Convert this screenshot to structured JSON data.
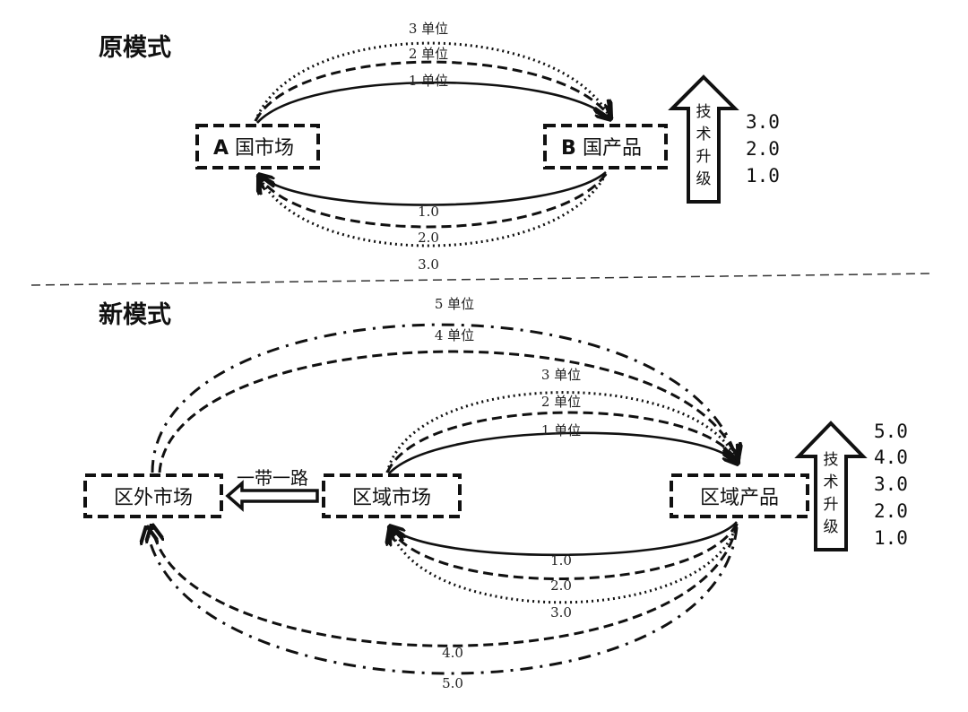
{
  "old_model": {
    "title": "原模式",
    "market_box": {
      "prefix": "A",
      "label": "国市场"
    },
    "product_box": {
      "prefix": "B",
      "label": "国产品"
    },
    "upper_arcs": [
      {
        "label": "1 单位",
        "style": "solid"
      },
      {
        "label": "2 单位",
        "style": "dashed"
      },
      {
        "label": "3 单位",
        "style": "dotted"
      }
    ],
    "lower_arcs": [
      {
        "label": "1.0",
        "style": "solid"
      },
      {
        "label": "2.0",
        "style": "dashed"
      },
      {
        "label": "3.0",
        "style": "dotted"
      }
    ],
    "upgrade_arrow": {
      "chars": [
        "技",
        "术",
        "升",
        "级"
      ]
    },
    "scale": [
      "3.0",
      "2.0",
      "1.0"
    ]
  },
  "new_model": {
    "title": "新模式",
    "outside_market_box": {
      "label": "区外市场"
    },
    "region_market_box": {
      "label": "区域市场"
    },
    "region_product_box": {
      "label": "区域产品"
    },
    "belt_road_label": "一带一路",
    "upper_arcs": [
      {
        "label": "1 单位",
        "style": "solid"
      },
      {
        "label": "2 单位",
        "style": "dashed"
      },
      {
        "label": "3 单位",
        "style": "dotted"
      },
      {
        "label": "4 单位",
        "style": "dashed"
      },
      {
        "label": "5 单位",
        "style": "dashdot"
      }
    ],
    "lower_arcs": [
      {
        "label": "1.0",
        "style": "solid"
      },
      {
        "label": "2.0",
        "style": "dashed"
      },
      {
        "label": "3.0",
        "style": "dotted"
      },
      {
        "label": "4.0",
        "style": "dashed"
      },
      {
        "label": "5.0",
        "style": "dashdot"
      }
    ],
    "upgrade_arrow": {
      "chars": [
        "技",
        "术",
        "升",
        "级"
      ]
    },
    "scale": [
      "5.0",
      "4.0",
      "3.0",
      "2.0",
      "1.0"
    ]
  }
}
